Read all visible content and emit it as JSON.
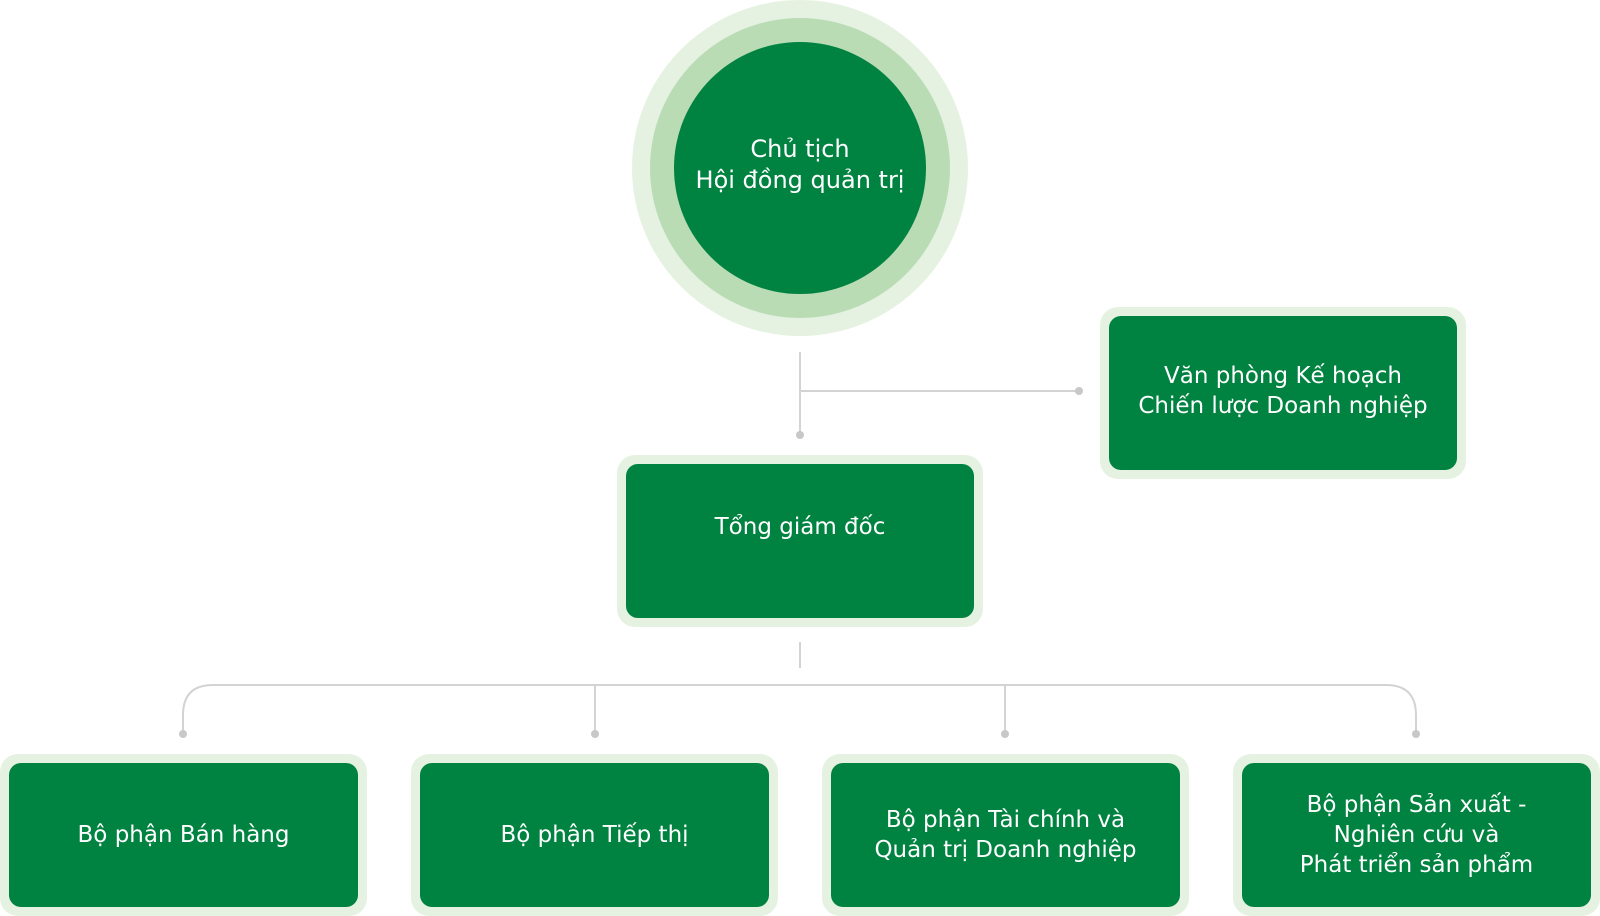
{
  "colors": {
    "node_fill": "#008240",
    "node_halo": "#e6f2e1",
    "circle_ring": "#b9dcb5",
    "connector": "#d3d3d3",
    "text": "#ffffff"
  },
  "chairman": {
    "line1": "Chủ tịch",
    "line2": "Hội đồng quản trị"
  },
  "strategy_office": {
    "line1": "Văn phòng Kế hoạch",
    "line2": "Chiến lược Doanh nghiệp"
  },
  "ceo": {
    "label": "Tổng giám đốc"
  },
  "departments": {
    "sales": {
      "line1": "Bộ phận Bán hàng"
    },
    "marketing": {
      "line1": "Bộ phận Tiếp thị"
    },
    "finance": {
      "line1": "Bộ phận Tài chính và",
      "line2": "Quản trị Doanh nghiệp"
    },
    "production": {
      "line1": "Bộ phận Sản xuất -",
      "line2": "Nghiên cứu và",
      "line3": "Phát triển sản phẩm"
    }
  }
}
